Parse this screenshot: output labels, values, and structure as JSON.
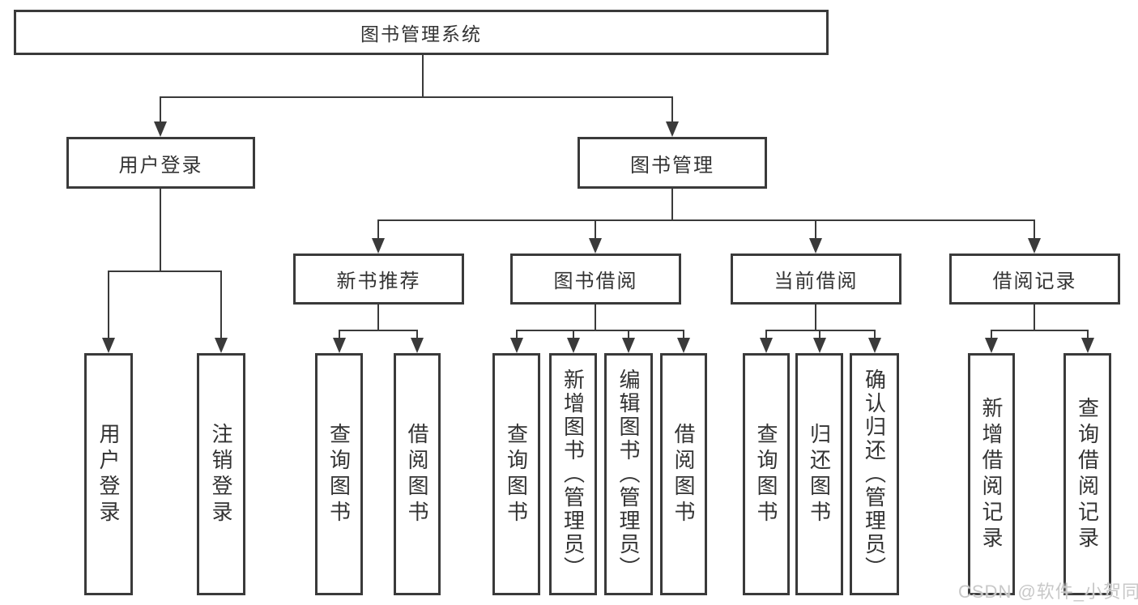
{
  "diagram": {
    "root": {
      "label": "图书管理系统"
    },
    "branches": [
      {
        "label": "用户登录",
        "leaves": [
          "用户登录",
          "注销登录"
        ]
      },
      {
        "label": "图书管理",
        "groups": [
          {
            "label": "新书推荐",
            "leaves": [
              "查询图书",
              "借阅图书"
            ]
          },
          {
            "label": "图书借阅",
            "leaves": [
              "查询图书",
              "新增图书（管理员）",
              "编辑图书（管理员）",
              "借阅图书"
            ]
          },
          {
            "label": "当前借阅",
            "leaves": [
              "查询图书",
              "归还图书",
              "确认归还（管理员）"
            ]
          },
          {
            "label": "借阅记录",
            "leaves": [
              "新增借阅记录",
              "查询借阅记录"
            ]
          }
        ]
      }
    ]
  },
  "watermark": {
    "text": "CSDN @软件_小贺同学"
  },
  "colors": {
    "line": "#3a3a3a",
    "text": "#333333",
    "background": "#ffffff",
    "watermark": "#c8c8c8"
  }
}
